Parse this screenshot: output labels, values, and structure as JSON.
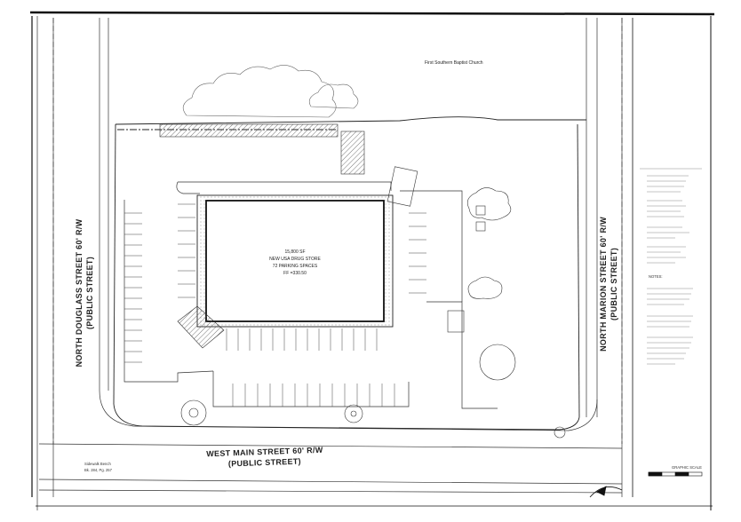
{
  "church": "First Southern Baptist Church",
  "streets": {
    "north_douglass": "NORTH DOUGLASS STREET 60' R/W",
    "north_douglass_sub": "(PUBLIC STREET)",
    "north_marion": "NORTH MARION STREET 60' R/W",
    "north_marion_sub": "(PUBLIC STREET)",
    "west_main": "WEST MAIN STREET 60' R/W",
    "west_main_sub": "(PUBLIC STREET)"
  },
  "building": {
    "line1": "15,800 SF",
    "line2": "NEW USA DRUG STORE",
    "line3": "72 PARKING SPACES",
    "line4": "FF =330.50"
  },
  "sidewalk_ref": [
    "Sidewalk Bench",
    "Bk. 284, Pg. 257"
  ],
  "graphic_scale": "GRAPHIC SCALE",
  "notes_header": "NOTES:"
}
